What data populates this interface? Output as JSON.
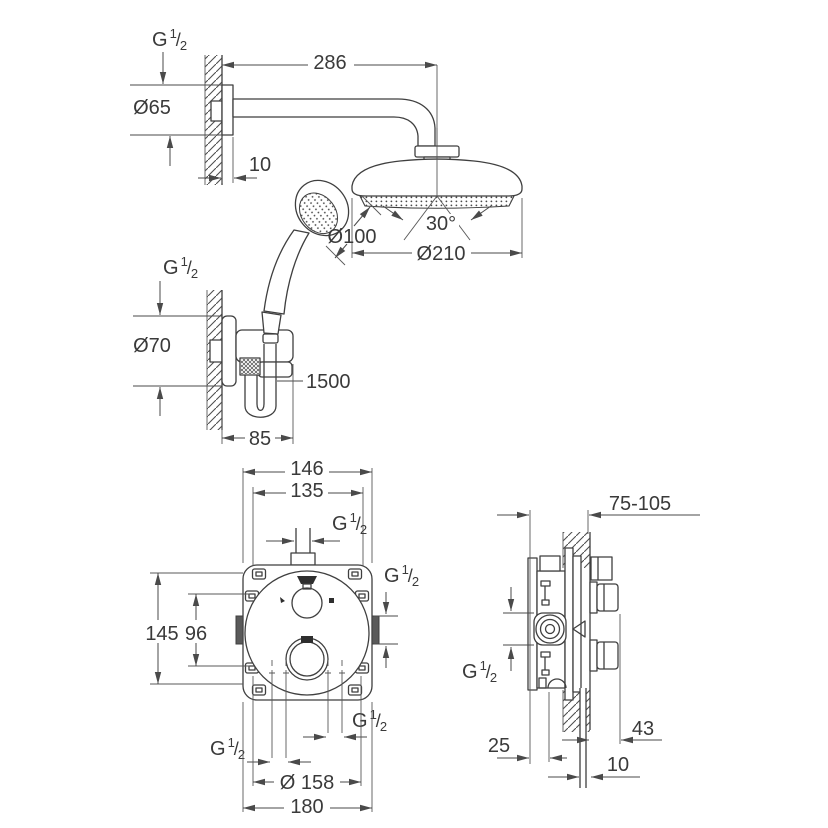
{
  "thread": {
    "prefix": "G",
    "numerator": "1",
    "denominator": "2"
  },
  "labels": {
    "arm_length": "286",
    "arm_flange_diameter": "Ø65",
    "arm_flange_depth": "10",
    "spray_angle": "30°",
    "head_diameter": "Ø210",
    "hand_shower_diameter": "Ø100",
    "holder_flange_diameter": "Ø70",
    "hose_length": "1500",
    "holder_depth": "85",
    "plate_width_outer": "146",
    "plate_hole_spacing": "135",
    "plate_height_outer": "145",
    "plate_hole_spacing_vertical": "96",
    "trim_diameter": "Ø 158",
    "plate_overall_width": "180",
    "install_depth_range": "75-105",
    "body_recess_depth": "25",
    "handle_protrusion": "43",
    "wall_offset": "10"
  }
}
